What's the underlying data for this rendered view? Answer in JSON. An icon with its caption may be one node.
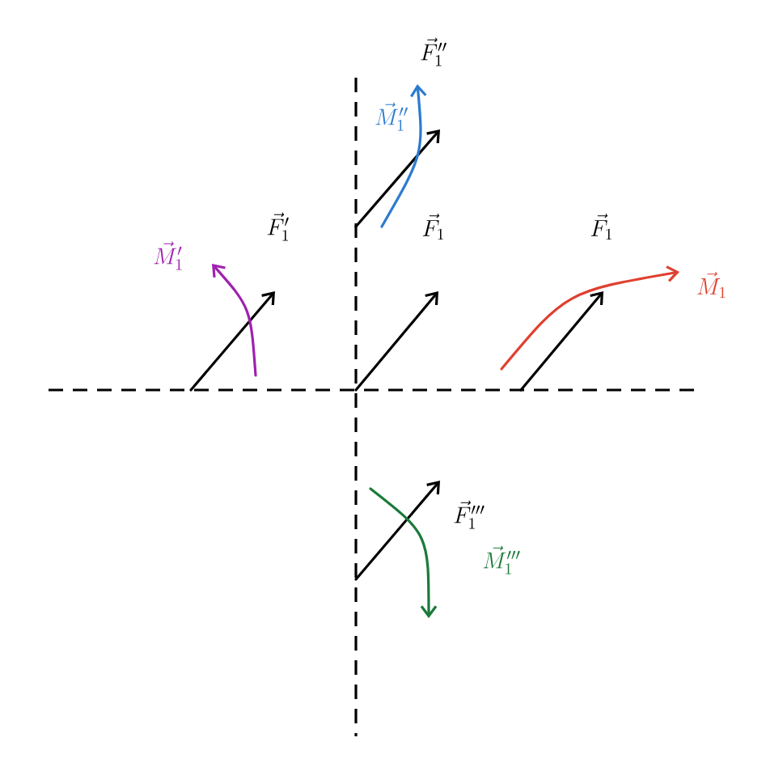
{
  "diagram": {
    "labels": [
      "\\vec{F}_1''",
      "\\vec{M}_1''",
      "\\vec{F}_1'",
      "\\vec{F}_1",
      "\\vec{F}_1",
      "\\vec{M}_1'",
      "\\vec{M}_1",
      "\\vec{F}_1'''",
      "\\vec{M}_1'''"
    ]
  }
}
